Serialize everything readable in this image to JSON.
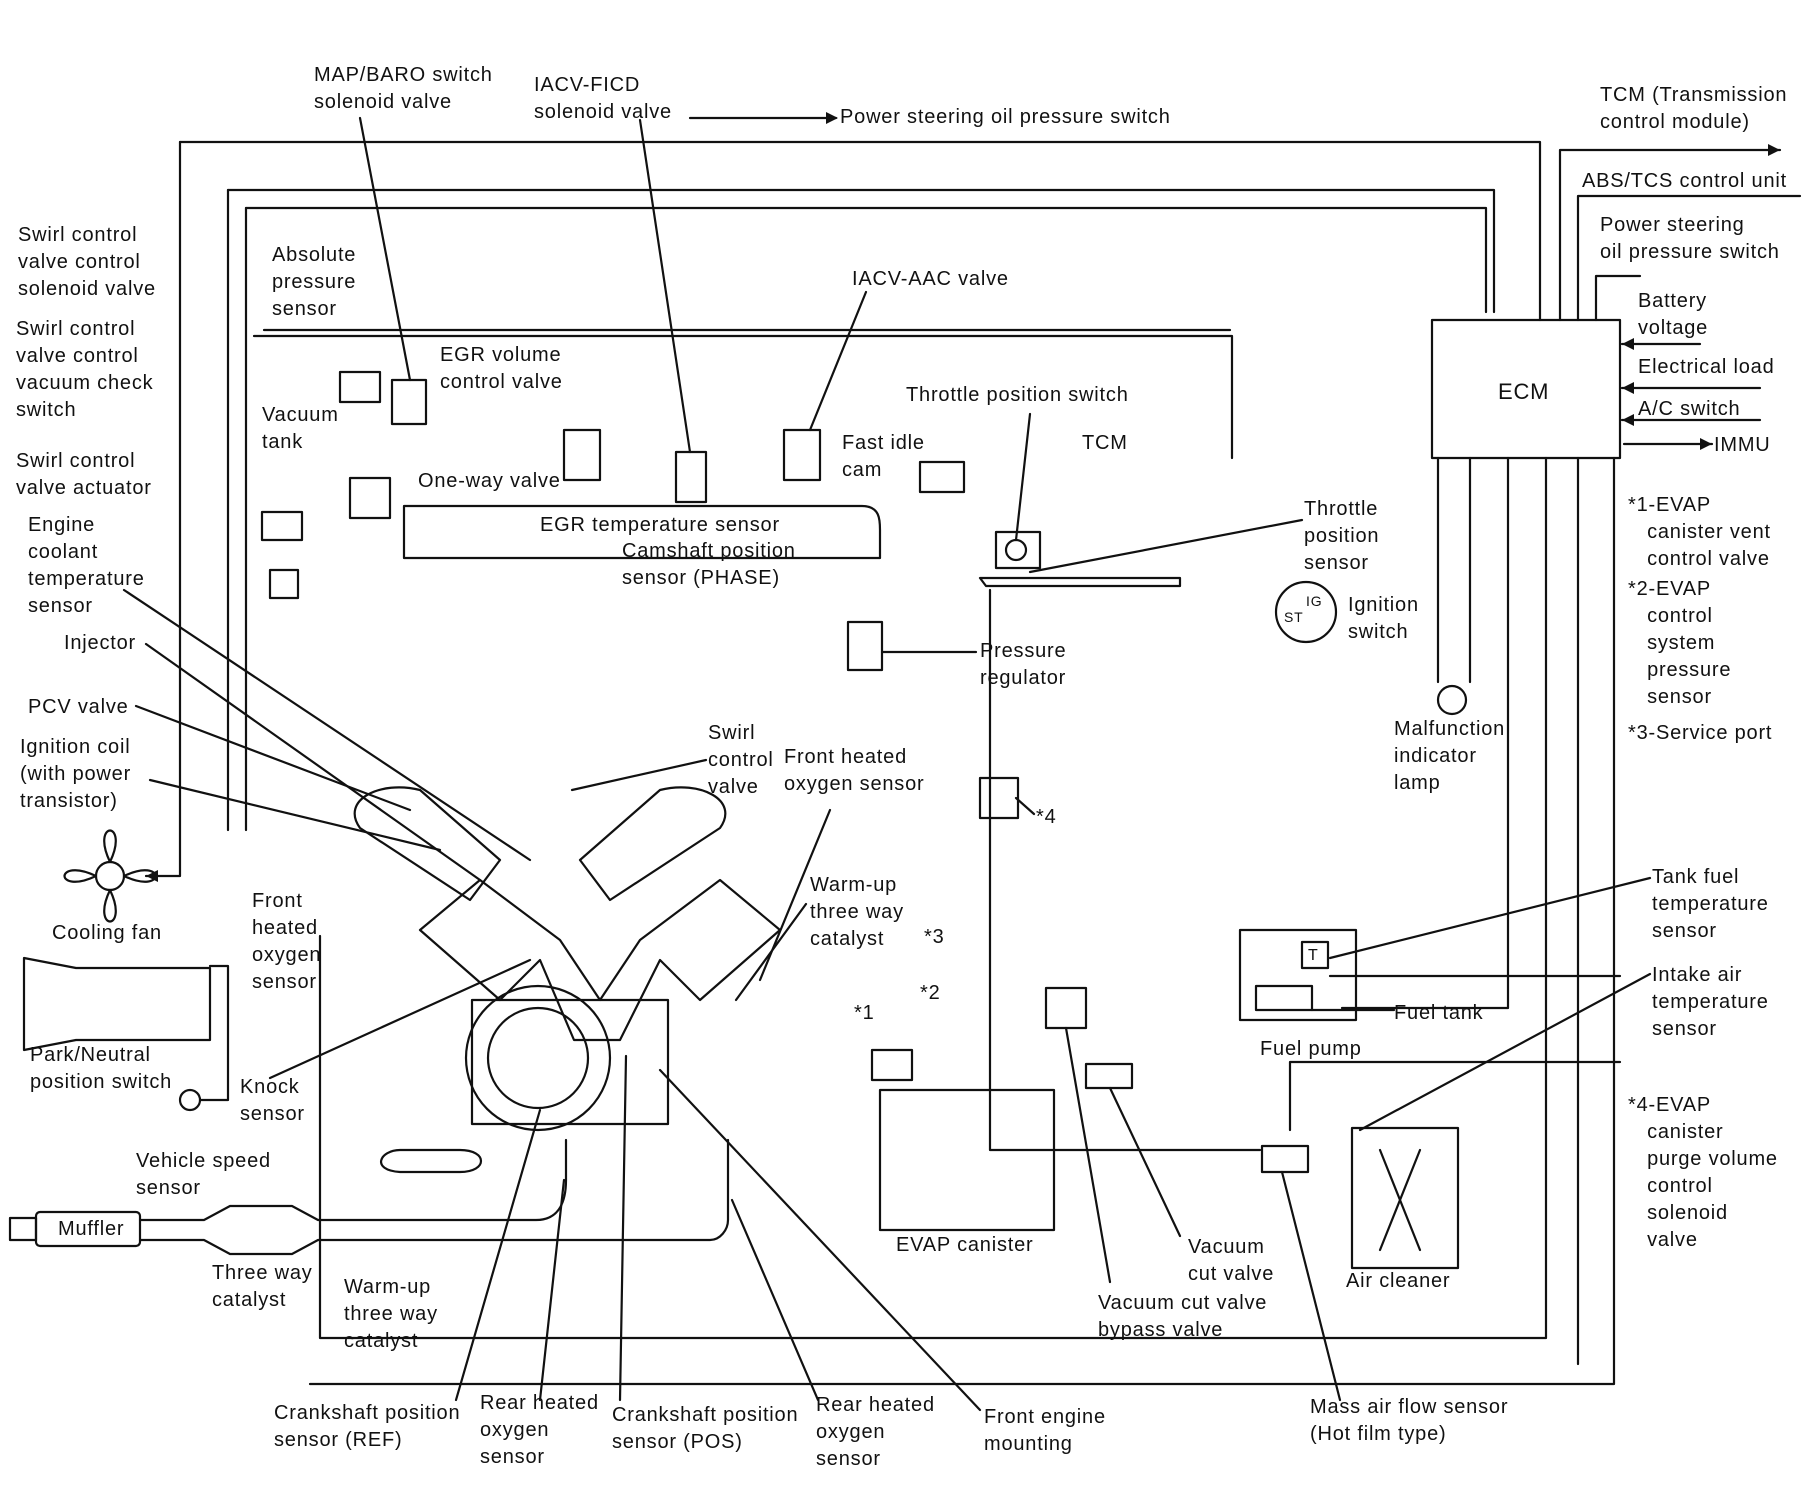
{
  "labels": {
    "map_baro": "MAP/BARO switch\nsolenoid valve",
    "iacv_ficd": "IACV-FICD\nsolenoid valve",
    "ps_oil_switch_top": "Power steering oil pressure switch",
    "tcm_module": "TCM (Transmission\ncontrol module)",
    "abs_tcs": "ABS/TCS control unit",
    "ps_oil_switch_right": "Power steering\noil pressure switch",
    "swirl_solenoid": "Swirl control\nvalve control\nsolenoid valve",
    "absolute_pressure": "Absolute\npressure\nsensor",
    "iacv_aac": "IACV-AAC valve",
    "battery_voltage": "Battery\nvoltage",
    "swirl_vacuum_check": "Swirl control\nvalve control\nvacuum check\nswitch",
    "egr_volume": "EGR volume\ncontrol valve",
    "electrical_load": "Electrical load",
    "throttle_position_switch": "Throttle position switch",
    "ecm": "ECM",
    "vacuum_tank": "Vacuum\ntank",
    "ac_switch": "A/C switch",
    "fast_idle_cam": "Fast idle\ncam",
    "tcm_small": "TCM",
    "immu": "IMMU",
    "swirl_actuator": "Swirl control\nvalve actuator",
    "one_way_valve": "One-way valve",
    "egr_temp": "EGR temperature sensor",
    "engine_coolant": "Engine\ncoolant\ntemperature\nsensor",
    "camshaft_phase": "Camshaft position\nsensor (PHASE)",
    "throttle_position_sensor": "Throttle\nposition\nsensor",
    "note1": "*1-EVAP\n   canister vent\n   control valve",
    "note2": "*2-EVAP\n   control\n   system\n   pressure\n   sensor",
    "note3": "*3-Service port",
    "note4": "*4-EVAP\n   canister\n   purge volume\n   control\n   solenoid\n   valve",
    "ignition_switch": "Ignition\nswitch",
    "injector": "Injector",
    "pressure_regulator": "Pressure\nregulator",
    "pcv_valve": "PCV valve",
    "swirl_control_valve": "Swirl\ncontrol\nvalve",
    "front_ho2_top": "Front heated\noxygen sensor",
    "malfunction_lamp": "Malfunction\nindicator\nlamp",
    "ignition_coil": "Ignition coil\n(with power\ntransistor)",
    "star4": "*4",
    "warmup_top": "Warm-up\nthree way\ncatalyst",
    "tank_fuel_temp": "Tank fuel\ntemperature\nsensor",
    "front_ho2_left": "Front\nheated\noxygen\nsensor",
    "cooling_fan": "Cooling fan",
    "star3": "*3",
    "intake_air_temp": "Intake air\ntemperature\nsensor",
    "star2": "*2",
    "fuel_tank": "Fuel tank",
    "star1": "*1",
    "fuel_pump": "Fuel pump",
    "park_neutral": "Park/Neutral\nposition switch",
    "knock_sensor": "Knock\nsensor",
    "vehicle_speed": "Vehicle speed\nsensor",
    "muffler": "Muffler",
    "evap_canister": "EVAP canister",
    "vacuum_cut_valve": "Vacuum\ncut valve",
    "three_way_catalyst": "Three way\ncatalyst",
    "air_cleaner": "Air cleaner",
    "warmup_bottom": "Warm-up\nthree way\ncatalyst",
    "vacuum_cut_bypass": "Vacuum cut valve\nbypass valve",
    "crank_ref": "Crankshaft position\nsensor (REF)",
    "rear_ho2_left": "Rear heated\noxygen\nsensor",
    "crank_pos": "Crankshaft position\nsensor (POS)",
    "rear_ho2_right": "Rear heated\noxygen\nsensor",
    "front_engine_mounting": "Front engine\nmounting",
    "maf_sensor": "Mass air flow sensor\n(Hot film type)",
    "ignition_switch_glyph_ig": "IG",
    "ignition_switch_glyph_st": "ST",
    "tank_sensor_glyph": "T"
  },
  "colors": {
    "ink": "#111111",
    "paper": "#ffffff"
  }
}
